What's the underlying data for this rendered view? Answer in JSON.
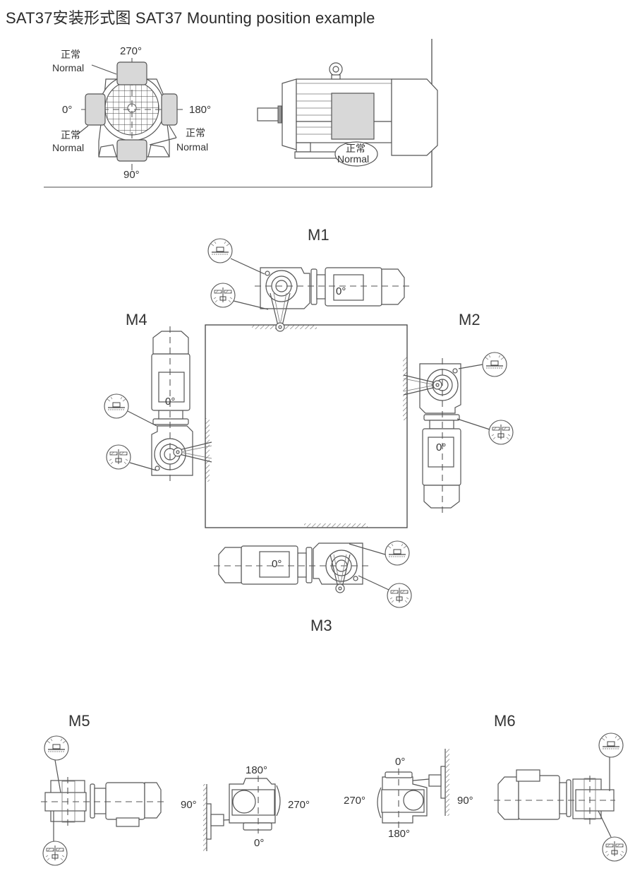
{
  "title": "SAT37安装形式图  SAT37 Mounting position example",
  "top_panel": {
    "terminal_box": {
      "angle_270": "270°",
      "angle_0": "0°",
      "angle_180": "180°",
      "angle_90": "90°",
      "normal_cn_1": "正常",
      "normal_en_1": "Normal",
      "normal_cn_2": "正常",
      "normal_en_2": "Normal",
      "normal_cn_3": "正常",
      "normal_en_3": "Normal"
    },
    "motor_side": {
      "normal_cn": "正常",
      "normal_en": "Normal"
    }
  },
  "positions": {
    "m1": {
      "label": "M1",
      "terminal_angle": "0°"
    },
    "m2": {
      "label": "M2",
      "terminal_angle": "0°"
    },
    "m3": {
      "label": "M3",
      "terminal_angle": "0°"
    },
    "m4": {
      "label": "M4",
      "terminal_angle": "0°"
    },
    "m5": {
      "label": "M5",
      "angle_180": "180°",
      "angle_90": "90°",
      "angle_270": "270°",
      "angle_0": "0°"
    },
    "m6": {
      "label": "M6",
      "angle_0": "0°",
      "angle_270": "270°",
      "angle_90": "90°",
      "angle_180": "180°"
    }
  },
  "icons": {
    "vent": "breather-valve-icon",
    "drain": "drain-plug-icon"
  }
}
